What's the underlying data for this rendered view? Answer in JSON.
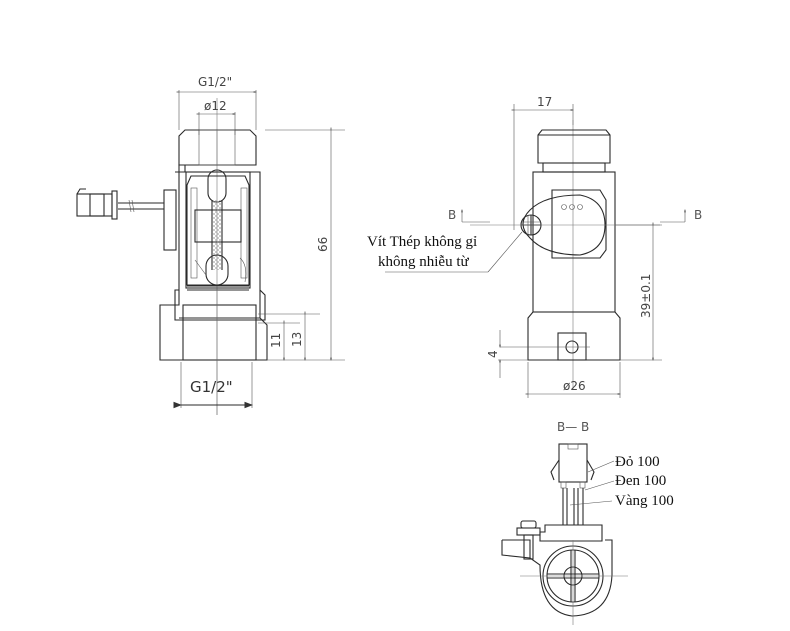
{
  "drawing": {
    "left_view": {
      "thread_top": "G1/2\"",
      "bore_diameter": "ø12",
      "thread_bottom": "G1/2\"",
      "height_overall": "66",
      "dim_11": "11",
      "dim_13": "13"
    },
    "right_view": {
      "offset_17": "17",
      "height_39": "39±0.1",
      "dim_4": "4",
      "diameter_26": "ø26",
      "section_marker_left": "B",
      "section_marker_right": "B",
      "screw_note_line1": "Vít Thép không gỉ",
      "screw_note_line2": "không nhiễu từ"
    },
    "section_view": {
      "title": "B— B",
      "wires": [
        {
          "label": "Đỏ 100"
        },
        {
          "label": "Đen 100"
        },
        {
          "label": "Vàng 100"
        }
      ]
    }
  }
}
